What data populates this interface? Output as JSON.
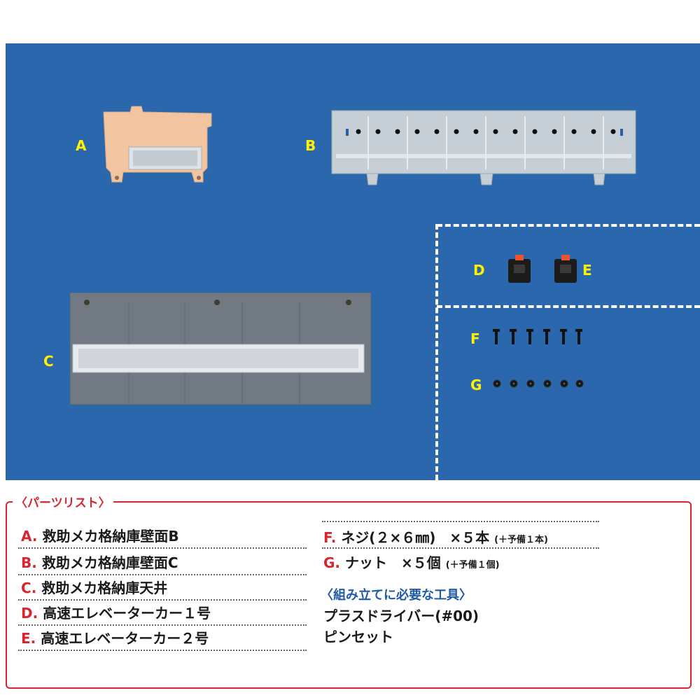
{
  "photo": {
    "labels": {
      "a": "A",
      "b": "B",
      "c": "C",
      "d": "D",
      "e": "E",
      "f": "F",
      "g": "G"
    }
  },
  "parts_list": {
    "title": "〈パーツリスト〉",
    "items": [
      {
        "letter": "A",
        "dot": ".",
        "name": "救助メカ格納庫壁面B"
      },
      {
        "letter": "B",
        "dot": ".",
        "name": "救助メカ格納庫壁面C"
      },
      {
        "letter": "C",
        "dot": ".",
        "name": "救助メカ格納庫天井"
      },
      {
        "letter": "D",
        "dot": ".",
        "name": "高速エレベーターカー１号"
      },
      {
        "letter": "E",
        "dot": ".",
        "name": "高速エレベーターカー２号"
      },
      {
        "letter": "F",
        "dot": ".",
        "name": "ネジ(２×６㎜)　×５本",
        "note": "(＋予備１本)"
      },
      {
        "letter": "G",
        "dot": ".",
        "name": "ナット　×５個",
        "note": "(＋予備１個)"
      }
    ],
    "tools_title": "〈組み立てに必要な工具〉",
    "tools": [
      "プラスドライバー(#00)",
      "ピンセット"
    ]
  }
}
